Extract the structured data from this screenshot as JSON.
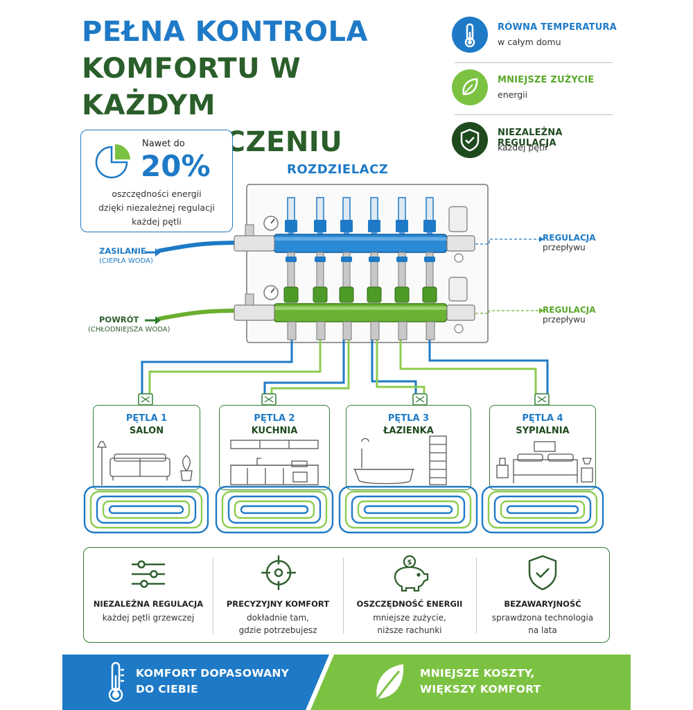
{
  "title": {
    "line1": "PEŁNA KONTROLA",
    "line2": "KOMFORTU W KAŻDYM",
    "line3": "POMIESZCZENIU"
  },
  "features": [
    {
      "title": "RÓWNA TEMPERATURA",
      "sub": "w całym domu",
      "icon": "thermometer-icon",
      "color": "#1e7ac6"
    },
    {
      "title": "MNIEJSZE ZUŻYCIE",
      "sub": "energii",
      "icon": "leaf-icon",
      "color": "#7cc242"
    },
    {
      "title": "NIEZALEŻNA REGULACJA",
      "sub": "każdej pętli",
      "icon": "shield-check-icon",
      "color": "#1e4a1e"
    }
  ],
  "savings": {
    "pre": "Nawet do",
    "value": "20%",
    "line1": "oszczędności energii",
    "line2": "dzięki niezależnej regulacji",
    "line3": "każdej pętli"
  },
  "manifold": {
    "label": "ROZDZIELACZ",
    "supply_label": "ZASILANIE",
    "supply_sub": "(CIEPŁA WODA)",
    "return_label": "POWRÓT",
    "return_sub": "(CHŁODNIEJSZA WODA)",
    "reg_top_label": "REGULACJA",
    "reg_top_sub": "przepływu",
    "reg_bottom_label": "REGULACJA",
    "reg_bottom_sub": "przepływu"
  },
  "rooms": [
    {
      "loop": "PĘTLA 1",
      "name": "SALON"
    },
    {
      "loop": "PĘTLA 2",
      "name": "KUCHNIA"
    },
    {
      "loop": "PĘTLA 3",
      "name": "ŁAZIENKA"
    },
    {
      "loop": "PĘTLA 4",
      "name": "SYPIALNIA"
    }
  ],
  "benefits": [
    {
      "title": "NIEZALEŻNA REGULACJA",
      "sub1": "każdej pętli grzewczej",
      "sub2": "",
      "icon": "sliders-icon"
    },
    {
      "title": "PRECYZYJNY KOMFORT",
      "sub1": "dokładnie tam,",
      "sub2": "gdzie potrzebujesz",
      "icon": "target-icon"
    },
    {
      "title": "OSZCZĘDNOŚĆ ENERGII",
      "sub1": "mniejsze zużycie,",
      "sub2": "niższe rachunki",
      "icon": "piggy-bank-icon"
    },
    {
      "title": "BEZAWARYJNOŚĆ",
      "sub1": "sprawdzona technologia",
      "sub2": "na lata",
      "icon": "shield-check-icon"
    }
  ],
  "banner": {
    "left_line1": "KOMFORT DOPASOWANY",
    "left_line2": "DO CIEBIE",
    "right_line1": "MNIEJSZE KOSZTY,",
    "right_line2": "WIĘKSZY KOMFORT",
    "left_color": "#1e7ac6",
    "right_color": "#7cc242"
  },
  "colors": {
    "blue": "#1e7ac6",
    "green": "#7cc242",
    "dark_green": "#2a5e2a"
  }
}
